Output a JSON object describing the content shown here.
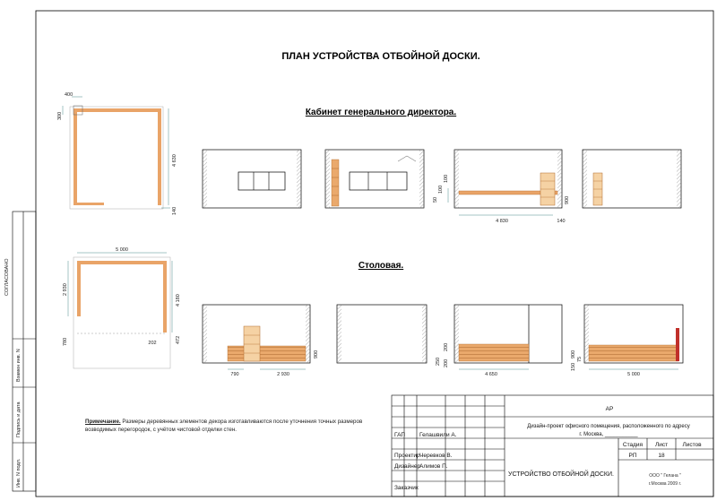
{
  "sheet": {
    "title": "ПЛАН УСТРОЙСТВА ОТБОЙНОЙ ДОСКИ.",
    "section1": "Кабинет генерального директора.",
    "section2": "Столовая.",
    "note_label": "Примечание.",
    "note_text": "Размеры деревянных элементов декора изготавливаются после уточнения точных размеров возводимых перегородок, с учётом чистовой отделки стен."
  },
  "dimensions": {
    "d400": "400",
    "d300": "300",
    "d4630": "4 630",
    "d140a": "140",
    "d50": "50",
    "d100a": "100",
    "d100b": "100",
    "d4830": "4 830",
    "d140b": "140",
    "d900a": "900",
    "d5000a": "5 000",
    "d2930a": "2 930",
    "d4180": "4 180",
    "d780a": "780",
    "d202": "202",
    "d472": "472",
    "d900b": "900",
    "d790": "790",
    "d2930b": "2 930",
    "d200a": "200",
    "d250": "250",
    "d200b": "200",
    "d4650": "4 650",
    "d900c": "900",
    "d75": "75",
    "d150": "150",
    "d5000b": "5 000"
  },
  "side_stamp": {
    "agreed": "СОГЛАСОВАНО",
    "replaced": "Взамен инв. N",
    "signature_date": "Подпись и дата",
    "inv_no": "Инв. N подл."
  },
  "title_block": {
    "code": "АР",
    "project_desc_1": "Дизайн-проект офисного помещения, расположенного по адресу",
    "project_desc_2": "г. Москва, ___________",
    "roles": [
      {
        "role": "ГАП",
        "name": "Гелашвили А."
      },
      {
        "role": "Проектир.",
        "name": "Черевков  В."
      },
      {
        "role": "Дизайнер",
        "name": "Алимов П."
      },
      {
        "role": "Заказчик",
        "name": ""
      }
    ],
    "stage_label": "Стадия",
    "sheet_label": "Лист",
    "sheets_label": "Листов",
    "stage_value": "РП",
    "sheet_value": "18",
    "sheets_value": "",
    "drawing_title": "УСТРОЙСТВО ОТБОЙНОЙ ДОСКИ.",
    "company": "ООО \" Гелана \"",
    "city_year": "г.Москва 2009 г."
  },
  "colors": {
    "wood": "#e8a468",
    "wood_dark": "#b06a2c",
    "wall_hatch": "#9a9a9a",
    "dim_line": "#4a8a8a",
    "accent_red": "#c0302a"
  }
}
